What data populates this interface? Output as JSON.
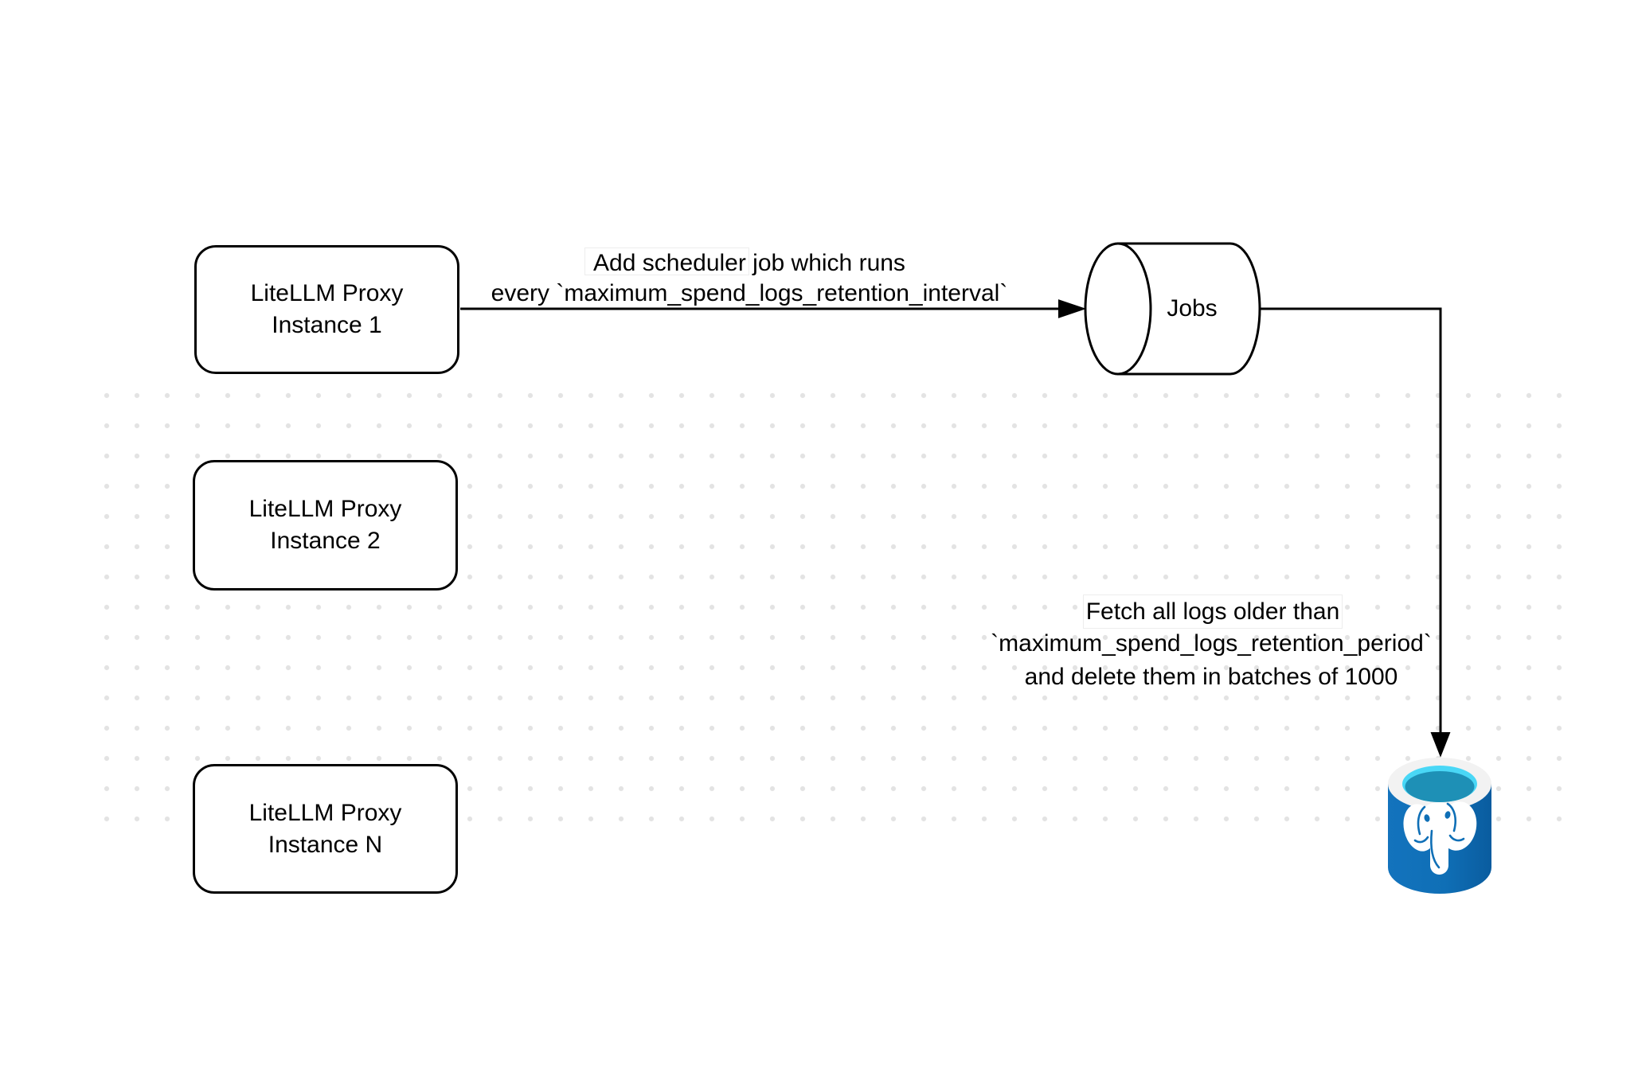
{
  "nodes": {
    "instance1": {
      "label": "LiteLLM Proxy\nInstance 1"
    },
    "instance2": {
      "label": "LiteLLM Proxy\nInstance 2"
    },
    "instanceN": {
      "label": "LiteLLM Proxy\nInstance N"
    },
    "jobs": {
      "label": "Jobs"
    },
    "database": {
      "type": "PostgreSQL"
    }
  },
  "edges": {
    "scheduler": {
      "label": "Add scheduler job which runs\nevery `maximum_spend_logs_retention_interval`"
    },
    "fetch": {
      "label_line1": "Fetch all logs older than",
      "label_rest": "`maximum_spend_logs_retention_period`\nand delete them in batches of 1000"
    }
  },
  "colors": {
    "stroke": "#000000",
    "node_fill": "#ffffff",
    "grid_dot": "#e3e3e3",
    "db_rim": "#f2f2f2",
    "db_top_cyan": "#49d7f6",
    "db_top_teal": "#1e90b6",
    "db_body_blue": "#0f6fb6",
    "elephant_white": "#ffffff"
  }
}
